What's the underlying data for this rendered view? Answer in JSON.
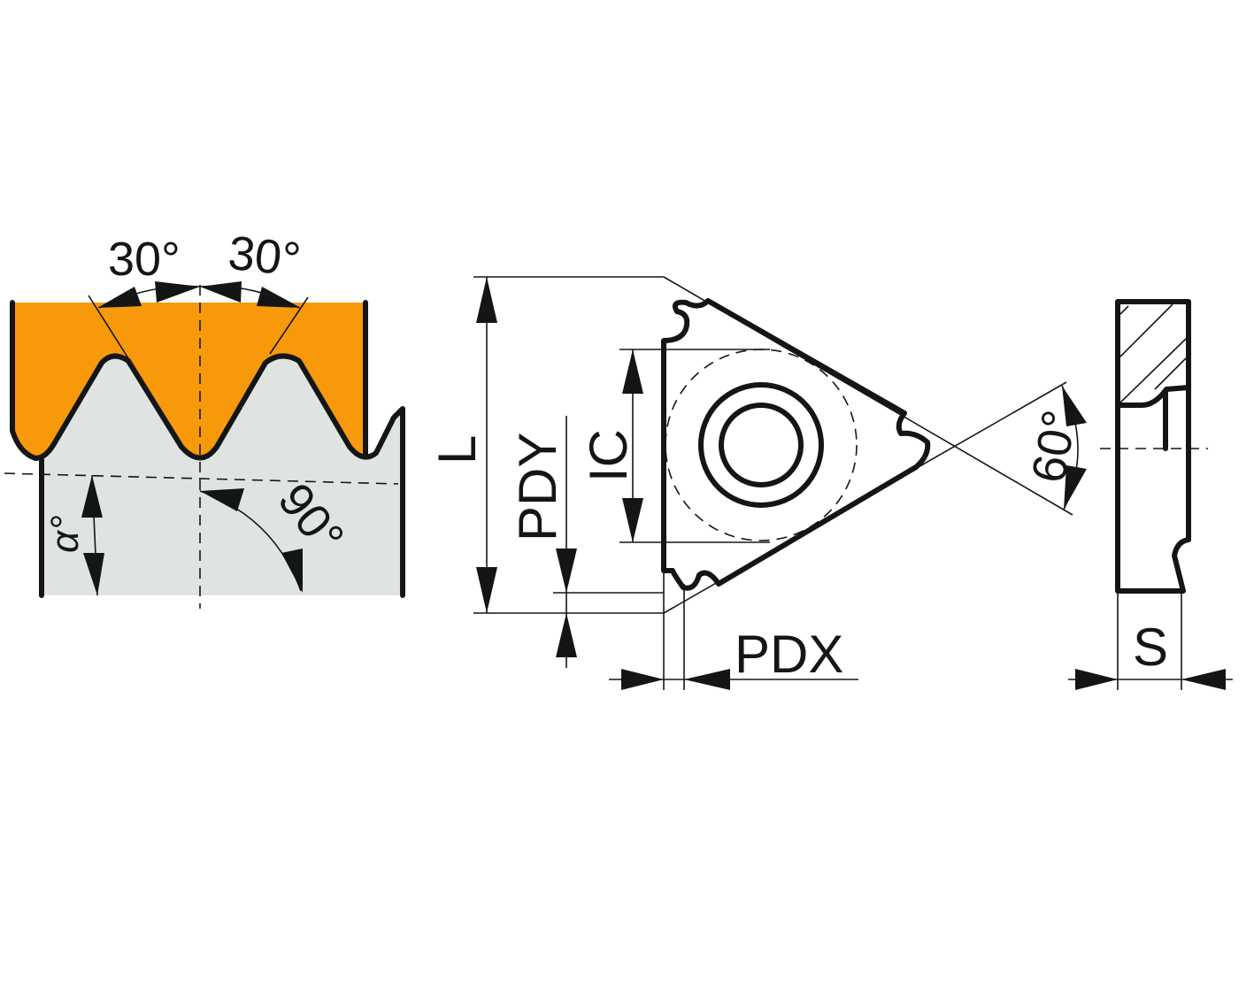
{
  "colors": {
    "insert": "#F7990A",
    "workpiece": "#DFE4E3",
    "line": "#141616"
  },
  "thread_view": {
    "angle_left": "30°",
    "angle_right": "30°",
    "angle_perpendicular": "90°",
    "helix_angle": "α°"
  },
  "insert_view": {
    "length": "L",
    "inscribed_circle": "IC",
    "offset_y": "PDY",
    "offset_x": "PDX",
    "included_angle": "60°"
  },
  "side_view": {
    "thickness": "S"
  }
}
